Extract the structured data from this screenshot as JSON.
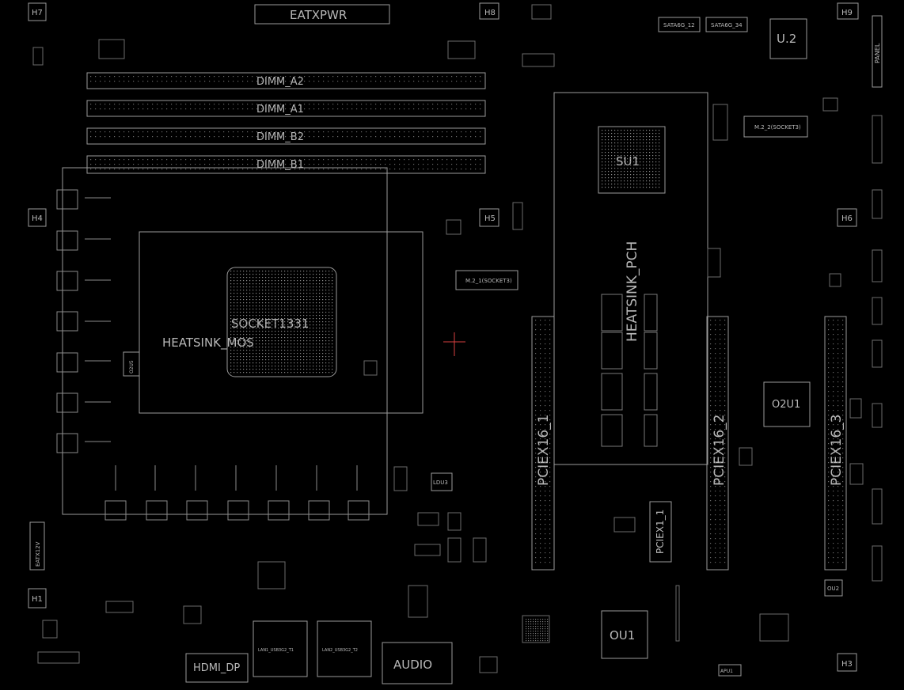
{
  "colors": {
    "background": "#000000",
    "outline": "#9a9a9a",
    "label": "#b8b8b8",
    "accent": "#d94040",
    "via": "#2f7f5f"
  },
  "labels": {
    "eatxpwr": "EATXPWR",
    "dimm_a2": "DIMM_A2",
    "dimm_a1": "DIMM_A1",
    "dimm_b2": "DIMM_B2",
    "dimm_b1": "DIMM_B1",
    "su1": "SU1",
    "socket": "SOCKET1331",
    "heatsink_mos": "HEATSINK_MOS",
    "heatsink_pch": "HEATSINK_PCH",
    "pciex16_1": "PCIEX16_1",
    "pciex16_2": "PCIEX16_2",
    "pciex16_3": "PCIEX16_3",
    "pciex1_1": "PCIEX1_1",
    "ou1": "OU1",
    "o2u1": "O2U1",
    "audio": "AUDIO",
    "hdmi_dp": "HDMI_DP",
    "eatx12v": "EATX12V",
    "m2_1": "M.2_1(SOCKET3)",
    "m2_2": "M.2_2(SOCKET3)",
    "sata_12": "SATA6G_12",
    "sata_34": "SATA6G_34",
    "u2": "U.2",
    "lan1": "LAN1_USB3G2_T1",
    "lan2": "LAN2_USB3G2_T2",
    "h1": "H1",
    "h3": "H3",
    "h4": "H4",
    "h5": "H5",
    "h6": "H6",
    "h7": "H7",
    "h8": "H8",
    "h9": "H9",
    "ldu3": "LDU3",
    "ou2": "OU2",
    "apu1": "APU1",
    "o2u5": "O2U5",
    "panel": "PANEL"
  }
}
